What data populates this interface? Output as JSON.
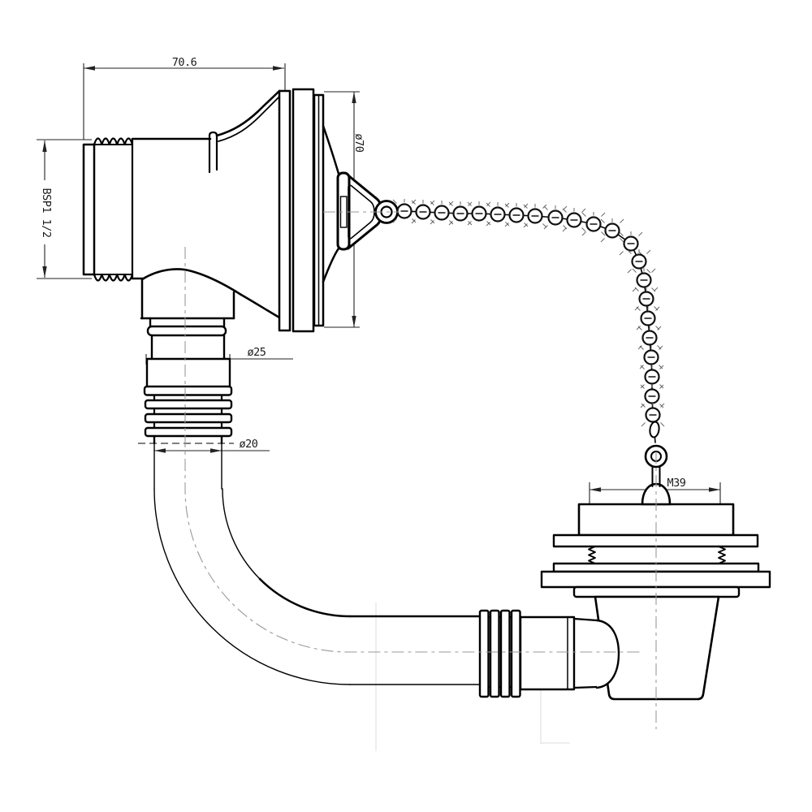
{
  "drawing": {
    "type": "technical-drawing",
    "subject": "bath-overflow-and-waste-with-plug-and-chain",
    "background_color": "#ffffff",
    "line_color": "#000000",
    "dimension_color": "#222222",
    "centerline_color": "#999999",
    "dimensions": {
      "overflow_body_length": "70.6",
      "overflow_flange_diameter": "ø70",
      "overflow_thread": "BSP1 1/2",
      "outlet_connector_diameter": "ø25",
      "outlet_pipe_diameter": "ø20",
      "waste_thread": "M39"
    }
  }
}
